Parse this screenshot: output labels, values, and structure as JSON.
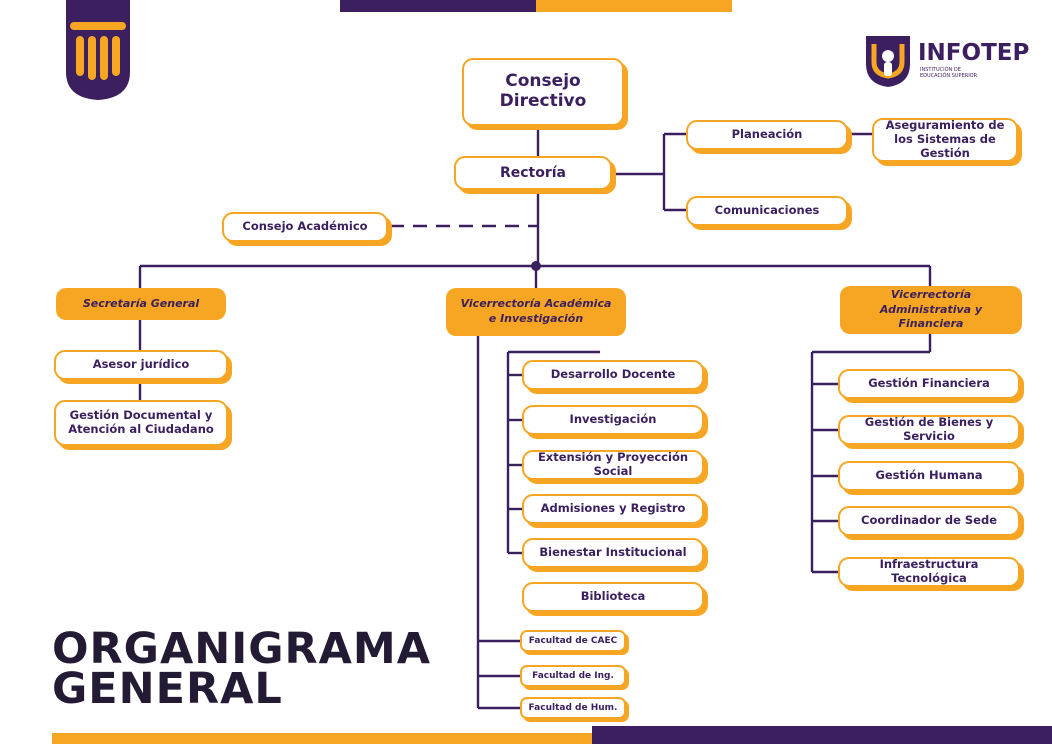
{
  "colors": {
    "purple": "#3b1f5e",
    "orange": "#f6a623",
    "dark": "#231a33"
  },
  "logo": {
    "name": "INFOTEP",
    "tagline": "INSTITUCIÓN DE EDUCACIÓN SUPERIOR"
  },
  "title": {
    "line1": "ORGANIGRAMA",
    "line2": "GENERAL"
  },
  "top": {
    "consejo_directivo": "Consejo Directivo",
    "rectoria": "Rectoría",
    "consejo_academico": "Consejo Académico",
    "planeacion": "Planeación",
    "aseguramiento": "Aseguramiento de los Sistemas de Gestión",
    "comunicaciones": "Comunicaciones"
  },
  "secretaria": {
    "title": "Secretaría General",
    "items": [
      "Asesor jurídico",
      "Gestión Documental y Atención al Ciudadano"
    ]
  },
  "vice_academica": {
    "title": "Vicerrectoría Académica e Investigación",
    "items": [
      "Desarrollo Docente",
      "Investigación",
      "Extensión y Proyección Social",
      "Admisiones y Registro",
      "Bienestar Institucional",
      "Biblioteca"
    ],
    "facultades": [
      "Facultad de CAEC",
      "Facultad de Ing.",
      "Facultad de Hum."
    ]
  },
  "vice_admin": {
    "title": "Vicerrectoría Administrativa y Financiera",
    "items": [
      "Gestión Financiera",
      "Gestión de Bienes y Servicio",
      "Gestión Humana",
      "Coordinador de Sede",
      "Infraestructura Tecnológica"
    ]
  }
}
